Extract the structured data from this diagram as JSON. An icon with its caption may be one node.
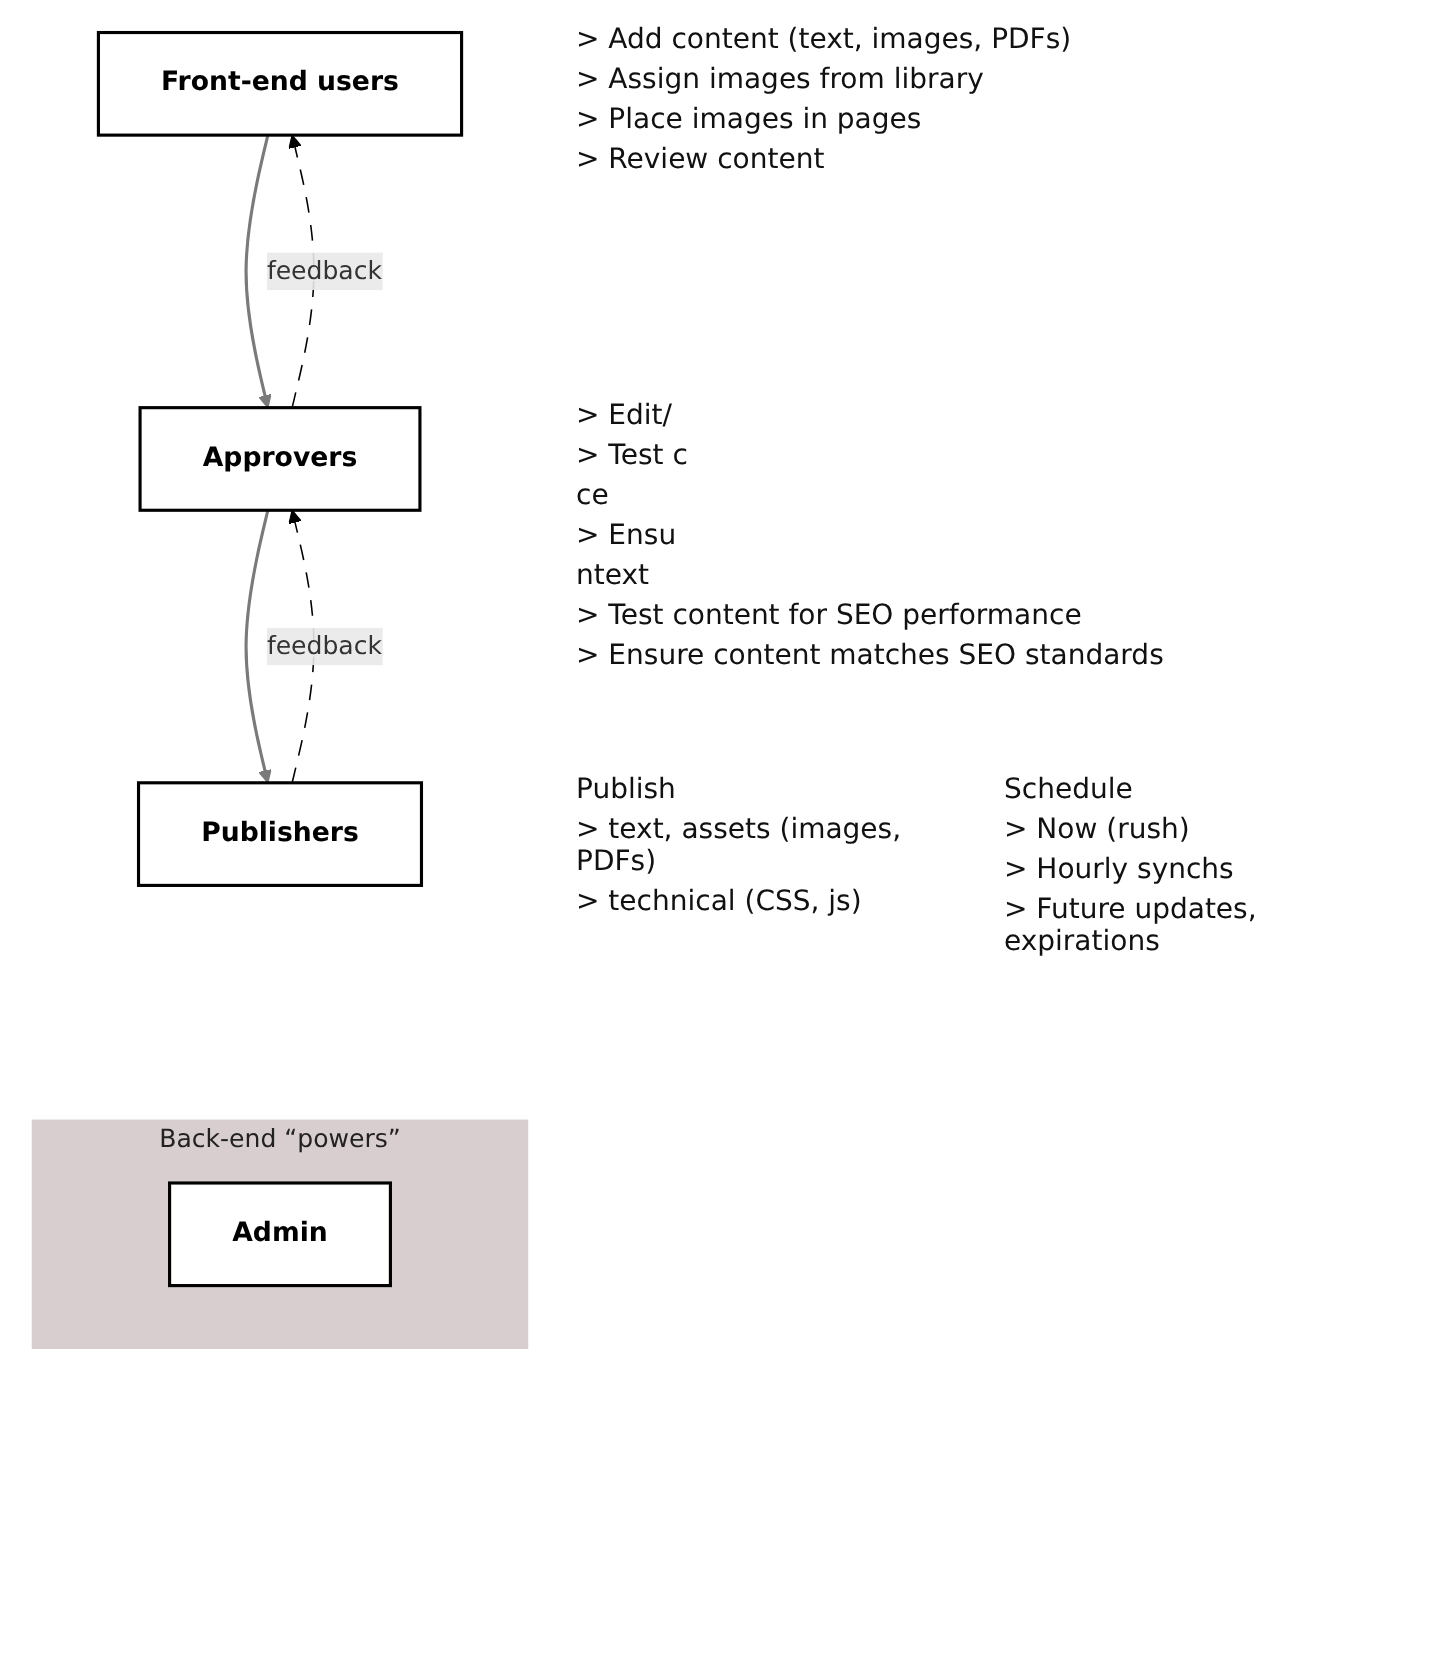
{
  "diagram": {
    "nodes": [
      {
        "text": [
          "Front-end users"
        ],
        "beside": [
          "> Add content (text, images, PDFs)",
          "> Assign images from library",
          "> Place images in pages",
          "> Review content"
        ]
      },
      {
        "text": [
          "Approvers"
        ],
        "beside": [
          "> Edit/",
          "> Test c",
          "ce",
          "> Ensu",
          "ntext",
          "> Test content for SEO performance",
          "> Ensure content matches SEO standards"
        ]
      },
      {
        "text": [
          "Publishers"
        ],
        "beside": [
          "Publish",
          "> text, assets (images, PDFs)",
          "> technical (CSS, js)",
          "Schedule",
          "> Now (rush)",
          "> Hourly synchs",
          "> Future updates, expirations"
        ]
      },
      {
        "text": [
          "Back-end “powers”"
        ]
      },
      {
        "text": [
          "Admin"
        ],
        "in": 3
      }
    ],
    "edges": [
      {
        "from": 0,
        "to": 1,
        "arrow": "to"
      },
      {
        "from": 1,
        "to": 0,
        "arrow": "to",
        "style": "dashed",
        "color": "#000000",
        "label": "feedback"
      },
      {
        "from": 1,
        "to": 2,
        "arrow": "to"
      },
      {
        "from": 2,
        "to": 1,
        "arrow": "to",
        "style": "dashed",
        "color": "#000000",
        "label": "feedback"
      }
    ]
  }
}
